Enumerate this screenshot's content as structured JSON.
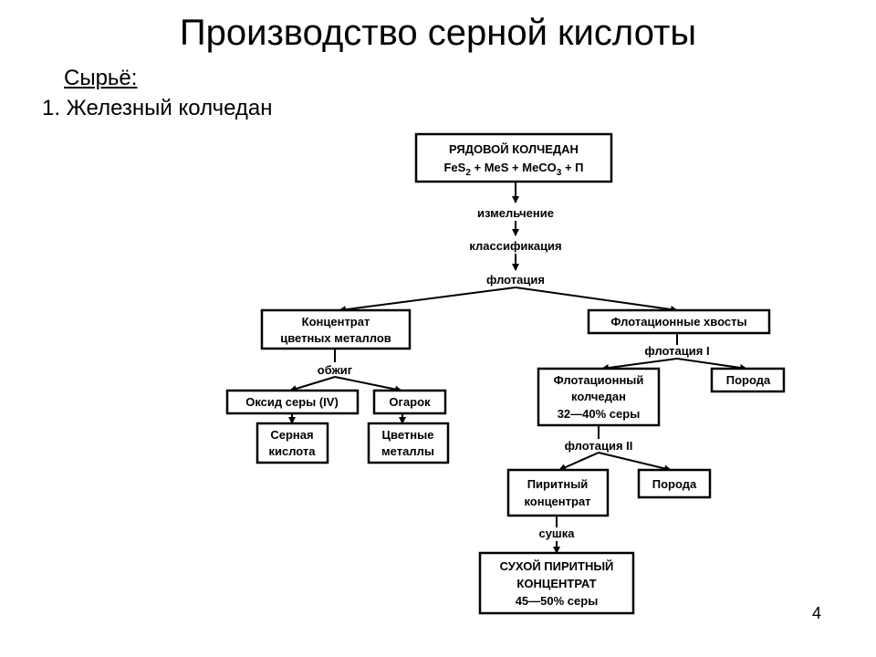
{
  "slide": {
    "title": "Производство серной кислоты",
    "subtitle": "Сырьё:",
    "list_item": "1. Железный колчедан",
    "page_number": "4"
  },
  "flowchart": {
    "raw_ore": {
      "line1": "РЯДОВОЙ КОЛЧЕДАН",
      "formula_fe": "FeS",
      "formula_sub2": "2",
      "formula_mid": " + MeS + MeCO",
      "formula_sub3": "3",
      "formula_end": " + П"
    },
    "step_grinding": "измельчение",
    "step_classification": "классификация",
    "step_flotation": "флотация",
    "concentrate": {
      "line1": "Концентрат",
      "line2": "цветных металлов"
    },
    "tailings": "Флотационные хвосты",
    "step_roasting": "обжиг",
    "sulfur_oxide": "Оксид серы (IV)",
    "cinder": "Огарок",
    "sulfuric_acid": {
      "line1": "Серная",
      "line2": "кислота"
    },
    "nonferrous_metals": {
      "line1": "Цветные",
      "line2": "металлы"
    },
    "step_flotation_1": "флотация I",
    "flotation_pyrite": {
      "line1": "Флотационный",
      "line2": "колчедан",
      "line3": "32—40% серы"
    },
    "rock_1": "Порода",
    "step_flotation_2": "флотация II",
    "pyrite_concentrate": {
      "line1": "Пиритный",
      "line2": "концентрат"
    },
    "rock_2": "Порода",
    "step_drying": "сушка",
    "dry_pyrite": {
      "line1": "СУХОЙ ПИРИТНЫЙ",
      "line2": "КОНЦЕНТРАТ",
      "line3": "45—50% серы"
    }
  }
}
